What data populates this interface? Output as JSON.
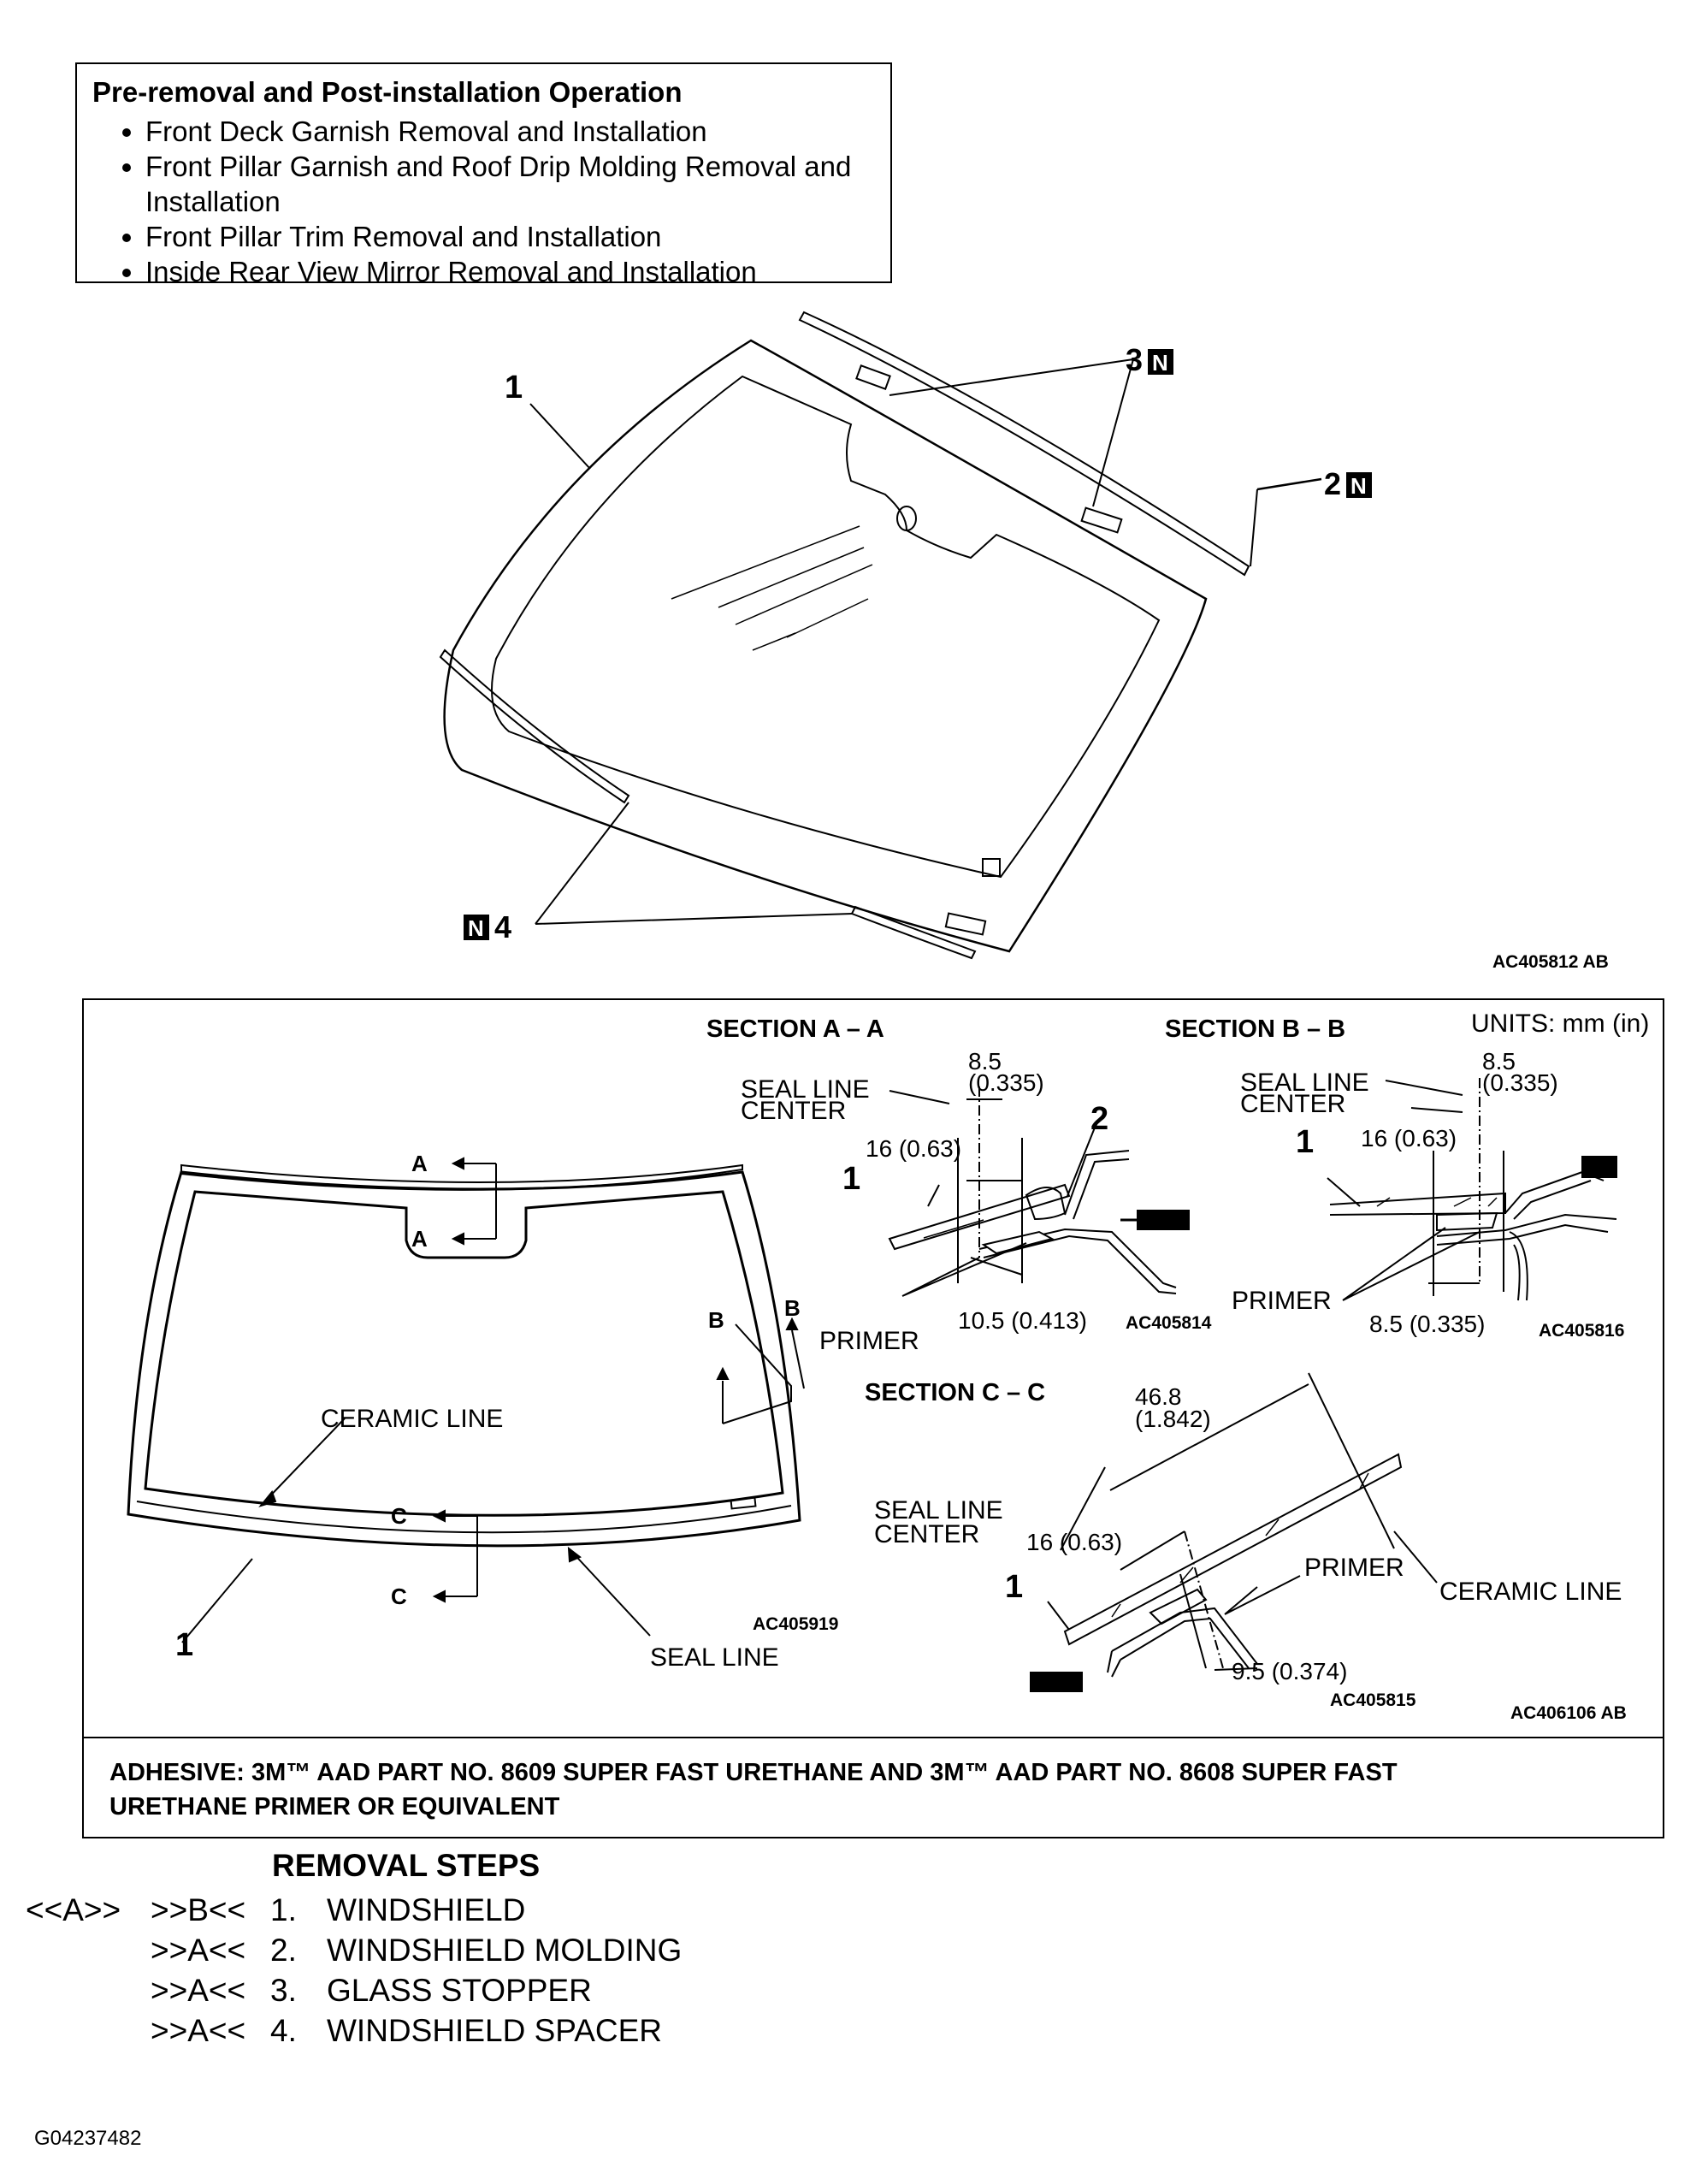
{
  "operation_note": {
    "title": "Pre-removal and Post-installation Operation",
    "items": [
      "Front Deck Garnish Removal and Installation",
      "Front Pillar Garnish and Roof Drip Molding Removal and Installation",
      "Front Pillar Trim Removal and Installation",
      "Inside Rear View Mirror Removal and Installation"
    ]
  },
  "exploded_view": {
    "callouts": {
      "c1": "1",
      "c2": "2",
      "c3": "3",
      "c4": "4",
      "n": "N"
    },
    "figure_id": "AC405812 AB"
  },
  "sections": {
    "units": "UNITS: mm (in)",
    "overview": {
      "a": "A",
      "b": "B",
      "c": "C",
      "ceramic_line": "CERAMIC LINE",
      "seal_line": "SEAL LINE",
      "callout_1": "1",
      "figure_id": "AC405919"
    },
    "section_aa": {
      "title": "SECTION A – A",
      "dim_top": "8.5",
      "dim_top_in": "(0.335)",
      "seal_line_center_1": "SEAL LINE",
      "seal_line_center_2": "CENTER",
      "dim_mid": "16 (0.63)",
      "dim_bottom": "10.5 (0.413)",
      "primer": "PRIMER",
      "callout_1": "1",
      "callout_2": "2",
      "figure_id": "AC405814"
    },
    "section_bb": {
      "title": "SECTION B – B",
      "dim_top": "8.5",
      "dim_top_in": "(0.335)",
      "seal_line_center_1": "SEAL LINE",
      "seal_line_center_2": "CENTER",
      "dim_mid": "16 (0.63)",
      "dim_bottom": "8.5 (0.335)",
      "primer": "PRIMER",
      "callout_1": "1",
      "figure_id": "AC405816"
    },
    "section_cc": {
      "title": "SECTION C – C",
      "dim_top": "46.8",
      "dim_top_in": "(1.842)",
      "seal_line_center_1": "SEAL LINE",
      "seal_line_center_2": "CENTER",
      "dim_mid": "16 (0.63)",
      "dim_bottom": "9.5 (0.374)",
      "primer": "PRIMER",
      "ceramic_line": "CERAMIC LINE",
      "callout_1": "1",
      "figure_id": "AC405815"
    },
    "figure_id": "AC406106 AB"
  },
  "adhesive": {
    "line1": "ADHESIVE: 3M™ AAD PART NO. 8609 SUPER FAST URETHANE AND 3M™ AAD PART NO. 8608 SUPER FAST",
    "line2": "URETHANE PRIMER OR EQUIVALENT"
  },
  "removal_steps": {
    "title": "REMOVAL STEPS",
    "steps": [
      {
        "mark_a": "<<A>>",
        "mark_b": ">>B<<",
        "num": "1.",
        "label": "WINDSHIELD"
      },
      {
        "mark_a": "",
        "mark_b": ">>A<<",
        "num": "2.",
        "label": "WINDSHIELD MOLDING"
      },
      {
        "mark_a": "",
        "mark_b": ">>A<<",
        "num": "3.",
        "label": "GLASS STOPPER"
      },
      {
        "mark_a": "",
        "mark_b": ">>A<<",
        "num": "4.",
        "label": "WINDSHIELD SPACER"
      }
    ]
  },
  "footer_id": "G04237482"
}
